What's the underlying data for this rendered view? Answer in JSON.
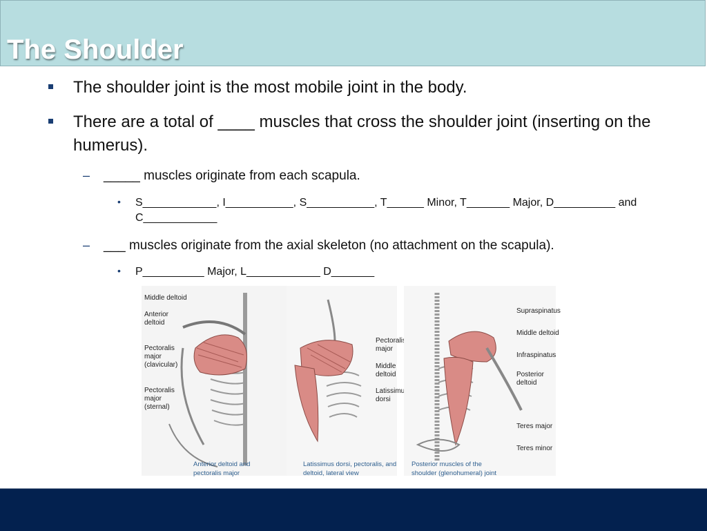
{
  "slide": {
    "title": "The Shoulder",
    "bullets": [
      "The shoulder joint is the most mobile joint in the body.",
      "There are a total of ____ muscles that cross the shoulder joint (inserting on the humerus)."
    ],
    "sub1": "_____ muscles originate from each scapula.",
    "sub1_detail": "S____________, I___________, S___________, T______  Minor, T_______ Major, D__________ and C____________",
    "sub2": "___ muscles originate from the axial skeleton (no attachment on the scapula).",
    "sub2_detail": "P__________ Major,  L____________  D_______"
  },
  "figures": [
    {
      "labels": [
        "Middle deltoid",
        "Anterior deltoid",
        "Pectoralis major (clavicular)",
        "Pectoralis major (sternal)"
      ],
      "caption": "Anterior deltoid and pectoralis major"
    },
    {
      "labels": [
        "Pectoralis major",
        "Middle deltoid",
        "Latissimus dorsi"
      ],
      "caption": "Latissimus dorsi, pectoralis, and deltoid, lateral view"
    },
    {
      "labels": [
        "Supraspinatus",
        "Middle deltoid",
        "Infraspinatus",
        "Posterior deltoid",
        "Teres major",
        "Teres minor"
      ],
      "caption": "Posterior muscles of the shoulder (glenohumeral) joint"
    }
  ],
  "colors": {
    "title_bg": "#b7dde0",
    "bullet": "#1a3e73",
    "footer": "#03214f",
    "muscle": "#d98b86",
    "caption": "#2e5f8f"
  }
}
